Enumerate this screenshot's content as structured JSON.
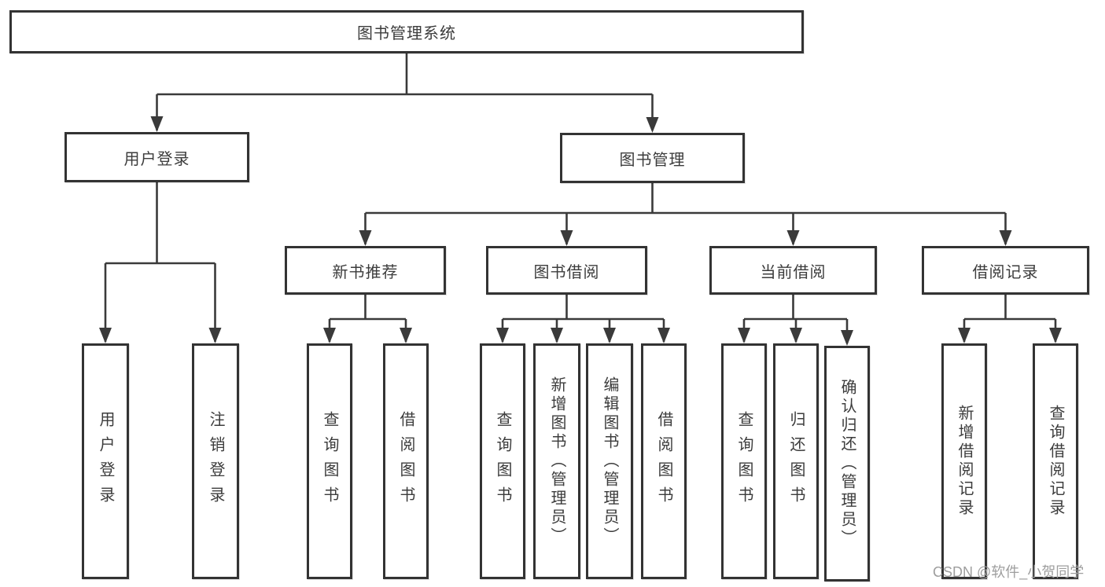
{
  "nodes": {
    "root": "图书管理系统",
    "login": "用户登录",
    "manage": "图书管理",
    "recommend": "新书推荐",
    "borrow": "图书借阅",
    "current": "当前借阅",
    "records": "借阅记录",
    "login_children": [
      "用户登录",
      "注销登录"
    ],
    "recommend_children": [
      "查询图书",
      "借阅图书"
    ],
    "borrow_children": [
      "查询图书",
      "新增图书（管理员）",
      "编辑图书（管理员）",
      "借阅图书"
    ],
    "current_children": [
      "查询图书",
      "归还图书",
      "确认归还（管理员）"
    ],
    "records_children": [
      "新增借阅记录",
      "查询借阅记录"
    ]
  },
  "watermark": "CSDN @软件_小贺同学",
  "colors": {
    "line": "#3a3a3a",
    "box_border": "#333333",
    "text": "#3c3c3c",
    "watermark": "#9e9e9e",
    "background": "#ffffff"
  }
}
